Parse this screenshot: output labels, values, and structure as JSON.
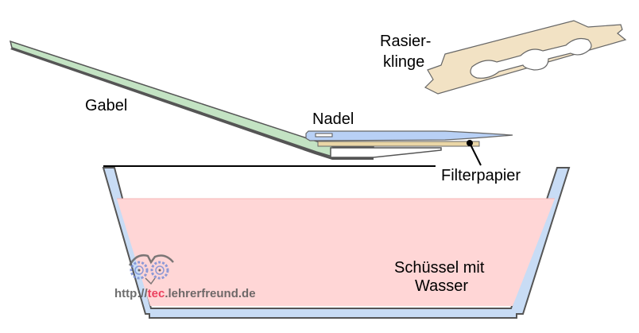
{
  "labels": {
    "gabel": "Gabel",
    "nadel": "Nadel",
    "rasierklinge_line1": "Rasier-",
    "rasierklinge_line2": "klinge",
    "filterpapier": "Filterpapier",
    "schuessel_line1": "Schüssel mit",
    "schuessel_line2": "Wasser"
  },
  "watermark": {
    "prefix": "http://",
    "highlight": "tec",
    "suffix": ".lehrerfreund.de",
    "icon": "owl-gears-icon"
  },
  "colors": {
    "fork": "#c3e3c3",
    "needle": "#b8d0f5",
    "filter_paper": "#ead6a6",
    "razor_blade": "#f2e2c4",
    "bowl": "#c8dcf5",
    "water": "#ffd6d6",
    "outline": "#555555",
    "watermark_text": "#555555",
    "watermark_highlight": "#e8274a",
    "gear": "#7a8fd6"
  }
}
